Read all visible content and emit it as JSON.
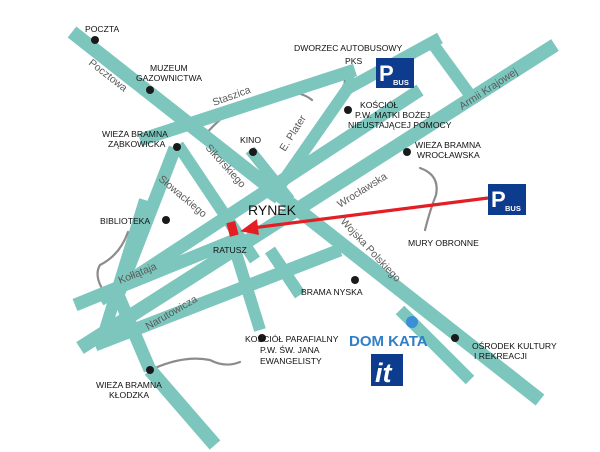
{
  "colors": {
    "road": "#7cc6bd",
    "wall": "#8c8c8c",
    "arrow": "#e31e24",
    "town_hall": "#e31e24",
    "badge": "#0d3b8e",
    "dom_kata": "#2f7fc7",
    "dom_kata_dot": "#3a8fd6",
    "poi": "#1a1a1a"
  },
  "streets": {
    "poczta_street": "Pocztowa",
    "staszica": "Staszica",
    "armii_krajowej": "Armii Krajowej",
    "plater": "E. Plater",
    "sikorskiego": "Sikorskiego",
    "wroclawska": "Wrocławska",
    "slowackiego": "Słowackiego",
    "kollataja": "Kołłątaja",
    "wojska_polskiego": "Wojska Polskiego",
    "narutowicza": "Narutowicza"
  },
  "places": {
    "poczta": "POCZTA",
    "muzeum_1": "MUZEUM",
    "muzeum_2": "GAZOWNICTWA",
    "dworzec_1": "DWORZEC AUTOBUSOWY",
    "dworzec_2": "PKS",
    "kosciol_1": "KOŚCIÓŁ",
    "kosciol_2": "P.W. MATKI BOŻEJ",
    "kosciol_3": "NIEUSTAJĄCEJ POMOCY",
    "wieza_zabk_1": "WIEŻA BRAMNA",
    "wieza_zabk_2": "ZĄBKOWICKA",
    "kino": "KINO",
    "wieza_wroc_1": "WIEŻA BRAMNA",
    "wieza_wroc_2": "WROCŁAWSKA",
    "rynek": "RYNEK",
    "biblioteka": "BIBLIOTEKA",
    "ratusz": "RATUSZ",
    "mury": "MURY OBRONNE",
    "brama_nyska": "BRAMA NYSKA",
    "dom_kata": "DOM KATA",
    "parafialny_1": "KOŚCIÓŁ PARAFIALNY",
    "parafialny_2": "P.W. ŚW. JANA",
    "parafialny_3": "EWANGELISTY",
    "osrodek_1": "OŚRODEK KULTURY",
    "osrodek_2": "I REKREACJI",
    "wieza_klodz_1": "WIEŻA BRAMNA",
    "wieza_klodz_2": "KŁODZKA"
  },
  "badges": {
    "parking_letter": "P",
    "bus_text": "BUS",
    "it_text": "it"
  },
  "icons": {
    "parking_bus": "parking-bus-icon",
    "tourist_info": "tourist-info-icon",
    "poi": "location-dot-icon"
  }
}
